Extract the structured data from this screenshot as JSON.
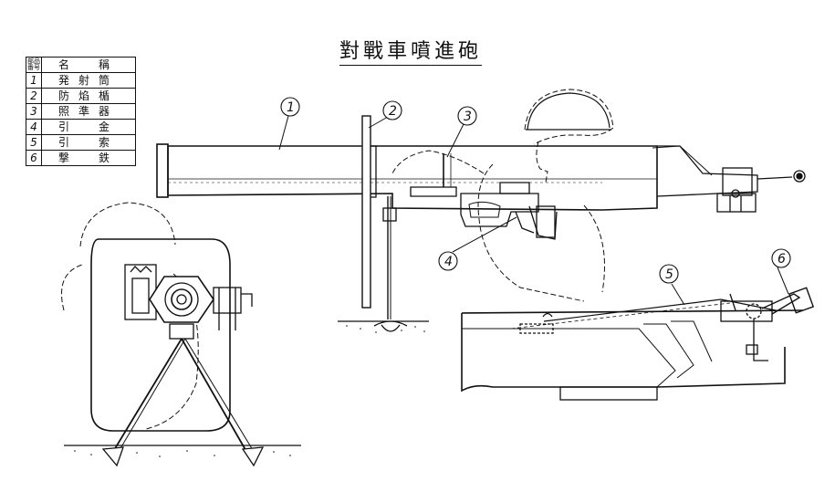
{
  "title": "對戰車噴進砲",
  "table": {
    "header_no": "部品番号",
    "header_name": "名　稱",
    "rows": [
      {
        "no": "1",
        "name": "発射筒"
      },
      {
        "no": "2",
        "name": "防焰楯"
      },
      {
        "no": "3",
        "name": "照準器"
      },
      {
        "no": "4",
        "name": "引　金"
      },
      {
        "no": "5",
        "name": "引　索"
      },
      {
        "no": "6",
        "name": "撃　鉄"
      }
    ]
  },
  "callouts": [
    "1",
    "2",
    "3",
    "4",
    "5",
    "6"
  ]
}
